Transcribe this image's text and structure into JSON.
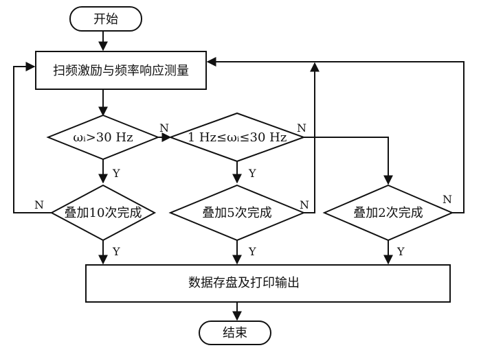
{
  "flowchart": {
    "start": "开始",
    "measure": "扫频激励与频率响应测量",
    "cond_high": "ωᵢ>30 Hz",
    "cond_mid": "1 Hz≤ωᵢ≤30 Hz",
    "stack10": "叠加10次完成",
    "stack5": "叠加5次完成",
    "stack2": "叠加2次完成",
    "output": "数据存盘及打印输出",
    "end": "结束",
    "yes": "Y",
    "no": "N"
  }
}
